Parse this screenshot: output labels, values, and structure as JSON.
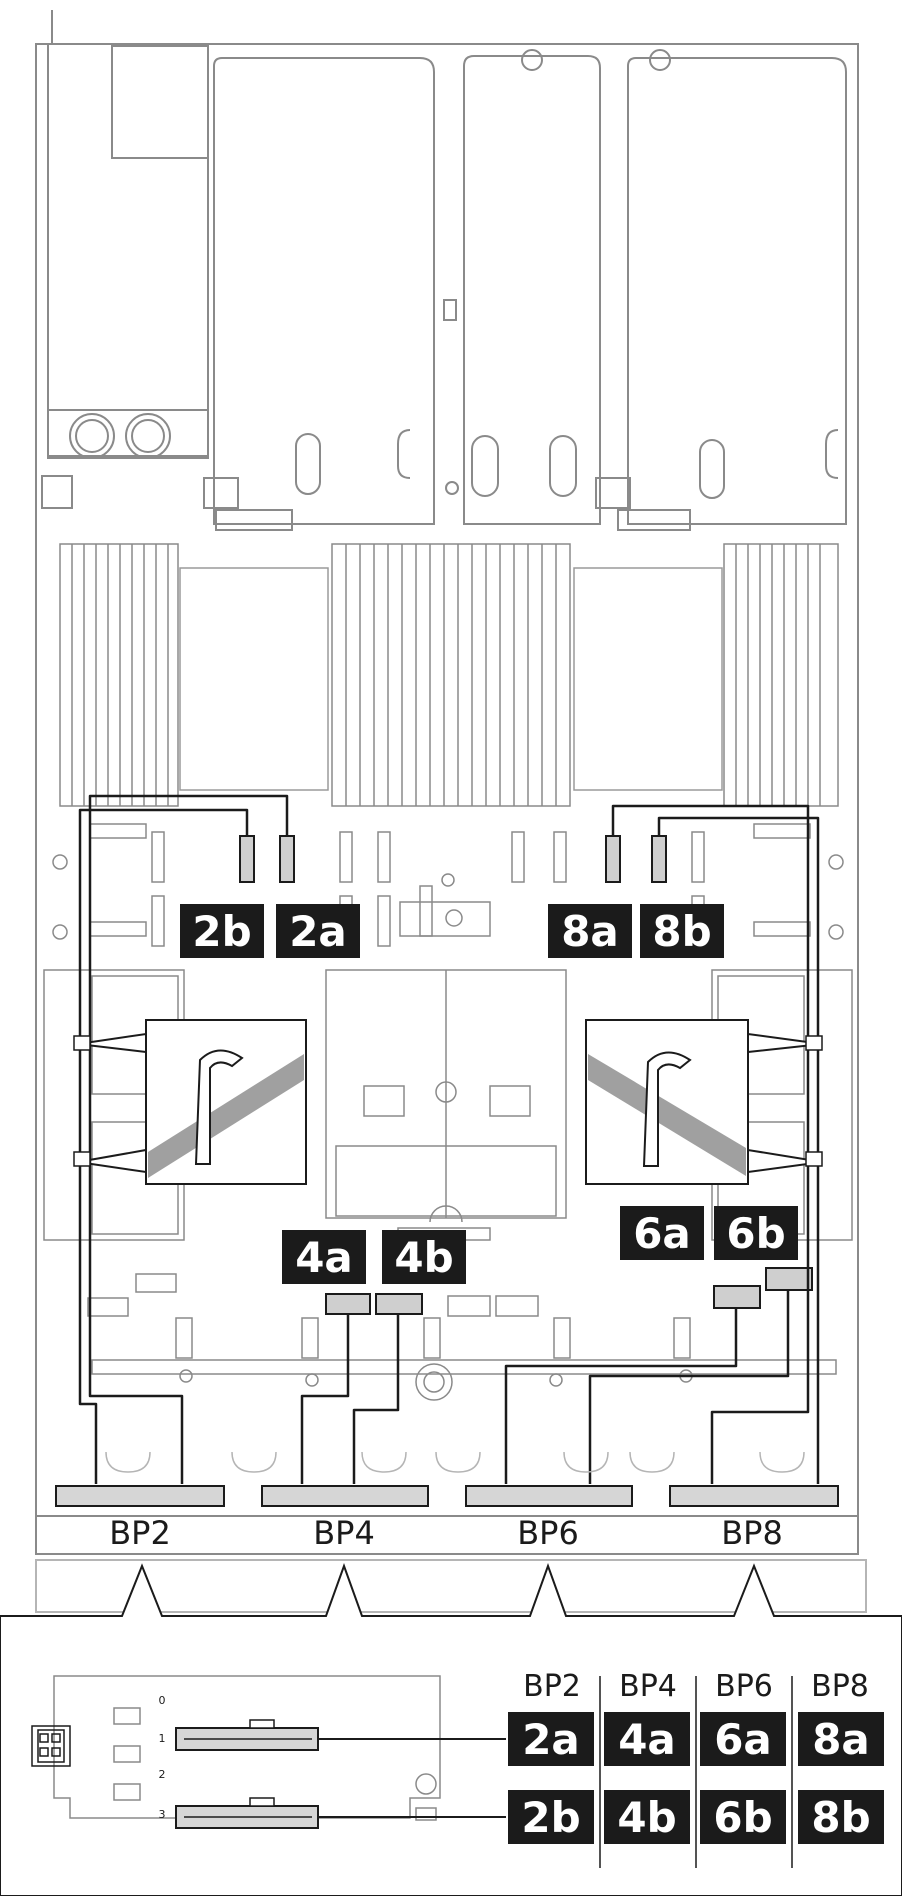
{
  "callouts": {
    "c2b": "2b",
    "c2a": "2a",
    "c8a": "8a",
    "c8b": "8b",
    "c4a": "4a",
    "c4b": "4b",
    "c6a": "6a",
    "c6b": "6b"
  },
  "backplanes": {
    "bp2": "BP2",
    "bp4": "BP4",
    "bp6": "BP6",
    "bp8": "BP8"
  },
  "inset": {
    "ports": [
      "0",
      "1",
      "2",
      "3"
    ],
    "headers": [
      "BP2",
      "BP4",
      "BP6",
      "BP8"
    ],
    "row_a": [
      "2a",
      "4a",
      "6a",
      "8a"
    ],
    "row_b": [
      "2b",
      "4b",
      "6b",
      "8b"
    ]
  },
  "colors": {
    "line": "#1b1b1b",
    "callout_bg": "#1b1b1b",
    "callout_text": "#ffffff",
    "connector_fill": "#cfcfcf",
    "chassis": "#8a8a8a",
    "stripe": "#a0a0a0"
  }
}
